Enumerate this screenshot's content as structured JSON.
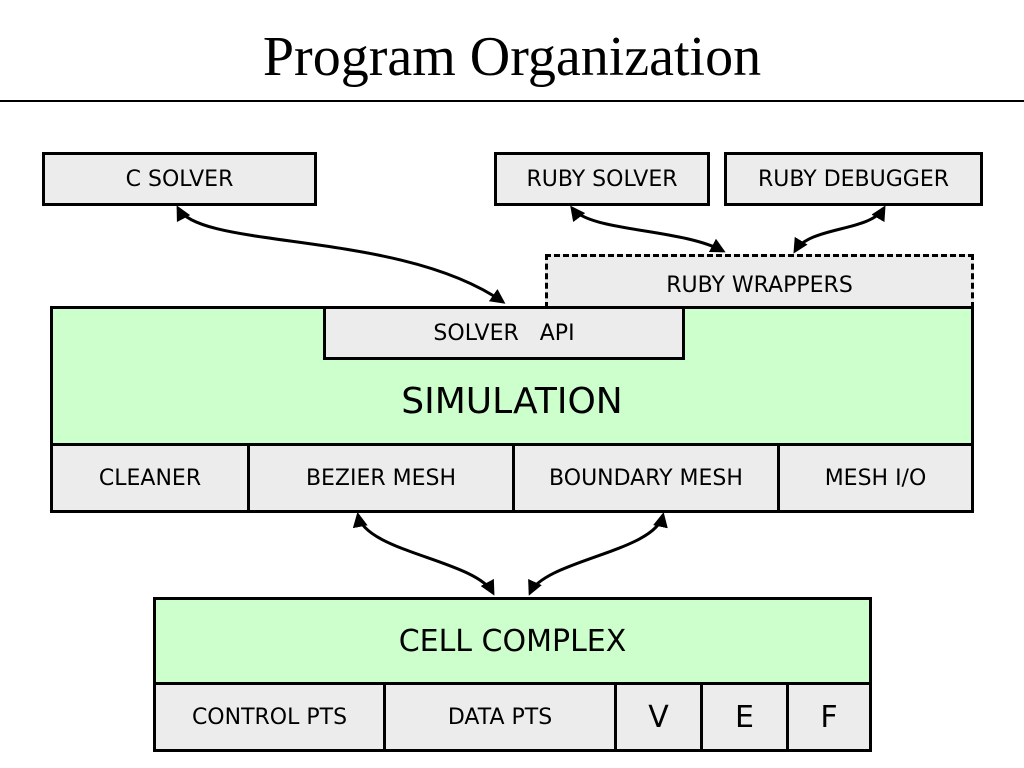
{
  "title": "Program Organization",
  "top": {
    "c_solver": "C SOLVER",
    "ruby_solver": "RUBY SOLVER",
    "ruby_debugger": "RUBY DEBUGGER",
    "ruby_wrappers": "RUBY WRAPPERS"
  },
  "simulation": {
    "solver_api": "SOLVER   API",
    "label": "SIMULATION",
    "modules": [
      "CLEANER",
      "BEZIER MESH",
      "BOUNDARY MESH",
      "MESH I/O"
    ]
  },
  "cell_complex": {
    "label": "CELL COMPLEX",
    "parts": [
      "CONTROL PTS",
      "DATA PTS",
      "V",
      "E",
      "F"
    ]
  }
}
